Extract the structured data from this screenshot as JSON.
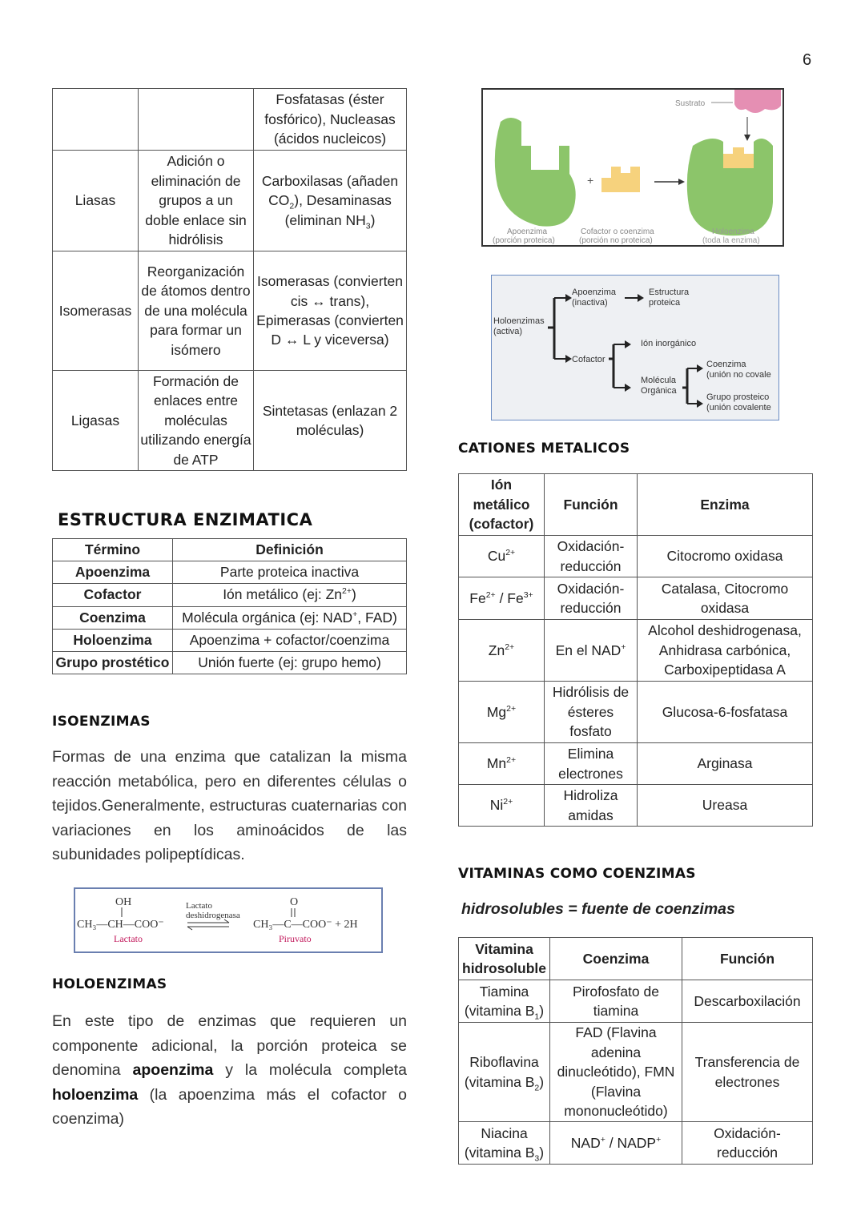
{
  "page_number": "6",
  "classes_table": {
    "rows": [
      {
        "name": "",
        "reaction": "",
        "examples": "Fosfatasas (éster fosfórico), Nucleasas (ácidos nucleicos)"
      },
      {
        "name": "Liasas",
        "reaction": "Adición o eliminación de grupos a un doble enlace sin hidrólisis",
        "examples_html": "Carboxilasas (añaden CO<sub>2</sub>), Desaminasas (eliminan NH<sub>3</sub>)"
      },
      {
        "name": "Isomerasas",
        "reaction": "Reorganización de átomos dentro de una molécula para formar un isómero",
        "examples": "Isomerasas (convierten cis ↔ trans), Epimerasas (convierten D ↔ L y viceversa)"
      },
      {
        "name": "Ligasas",
        "reaction": "Formación de enlaces entre moléculas utilizando energía de ATP",
        "examples": "Sintetasas (enlazan 2 moléculas)"
      }
    ]
  },
  "estructura": {
    "heading": "ESTRUCTURA ENZIMATICA",
    "col_term": "Término",
    "col_def": "Definición",
    "rows": [
      {
        "term": "Apoenzima",
        "def": "Parte proteica inactiva"
      },
      {
        "term": "Cofactor",
        "def_html": "Ión metálico (ej: Zn<sup>2+</sup>)"
      },
      {
        "term": "Coenzima",
        "def_html": "Molécula orgánica (ej: NAD<sup>+</sup>, FAD)"
      },
      {
        "term": "Holoenzima",
        "def": "Apoenzima + cofactor/coenzima"
      },
      {
        "term": "Grupo prostético",
        "def": "Unión fuerte (ej: grupo hemo)"
      }
    ]
  },
  "isoenzimas": {
    "heading": "ISOENZIMAS",
    "text": "Formas de una enzima que catalizan la misma reacción metabólica, pero en diferentes células o tejidos.Generalmente, estructuras cuaternarias con variaciones en los aminoácidos de las subunidades polipeptídicas."
  },
  "reaction": {
    "oh": "OH",
    "left": "CH₃—CH—COO⁻",
    "left_name": "Lactato",
    "enzyme": "Lactato",
    "enzyme2": "deshidrogenasa",
    "o": "O",
    "right": "CH₃—C—COO⁻ + 2H",
    "right_name": "Piruvato"
  },
  "holoenzimas": {
    "heading": "HOLOENZIMAS",
    "text_html": "En este tipo de enzimas que requieren un componente adicional, la porción proteica se denomina <b>apoenzima</b> y la molécula completa <b>holoenzima</b> (la apoenzima más el cofactor o coenzima)"
  },
  "fig_enzyme": {
    "sustrato": "Sustrato",
    "apo1": "Apoenzima",
    "apo2": "(porción proteica)",
    "cof1": "Cofactor o coenzima",
    "cof2": "(porción no proteica)",
    "holo1": "Holoenzima",
    "holo2": "(toda la enzima)"
  },
  "fig_tree": {
    "holo1": "Holoenzimas",
    "holo2": "(activa)",
    "apo1": "Apoenzima",
    "apo2": "(inactiva)",
    "est1": "Estructura",
    "est2": "proteica",
    "cofactor": "Cofactor",
    "ion": "Ión inorgánico",
    "mol1": "Molécula",
    "mol2": "Orgánica",
    "coenz1": "Coenzima",
    "coenz2": "(unión no covale",
    "gp1": "Grupo prosteico",
    "gp2": "(unión covalente"
  },
  "cationes": {
    "heading": "CATIONES METALICOS",
    "headers": [
      "Ión metálico (cofactor)",
      "Función",
      "Enzima"
    ],
    "rows": [
      {
        "ion_html": "Cu<sup>2+</sup>",
        "func": "Oxidación-reducción",
        "enz": "Citocromo oxidasa"
      },
      {
        "ion_html": "Fe<sup>2+</sup> / Fe<sup>3+</sup>",
        "func": "Oxidación-reducción",
        "enz": "Catalasa, Citocromo oxidasa"
      },
      {
        "ion_html": "Zn<sup>2+</sup>",
        "func_html": "En el NAD<sup>+</sup>",
        "enz": "Alcohol deshidrogenasa, Anhidrasa carbónica, Carboxipeptidasa A"
      },
      {
        "ion_html": "Mg<sup>2+</sup>",
        "func": "Hidrólisis de ésteres fosfato",
        "enz": "Glucosa-6-fosfatasa"
      },
      {
        "ion_html": "Mn<sup>2+</sup>",
        "func": "Elimina electrones",
        "enz": "Arginasa"
      },
      {
        "ion_html": "Ni<sup>2+</sup>",
        "func": "Hidroliza amidas",
        "enz": "Ureasa"
      }
    ]
  },
  "vitaminas": {
    "heading": "VITAMINAS COMO COENZIMAS",
    "subtitle": "hidrosolubles = fuente de coenzimas",
    "headers": [
      "Vitamina hidrosoluble",
      "Coenzima",
      "Función"
    ],
    "rows": [
      {
        "vit_html": "Tiamina (vitamina B<sub>1</sub>)",
        "coenz": "Pirofosfato de tiamina",
        "func": "Descarboxilación"
      },
      {
        "vit_html": "Riboflavina (vitamina B<sub>2</sub>)",
        "coenz": "FAD (Flavina adenina dinucleótido), FMN (Flavina mononucleótido)",
        "func": "Transferencia de electrones"
      },
      {
        "vit_html": "Niacina (vitamina B<sub>3</sub>)",
        "coenz_html": "NAD<sup>+</sup> / NADP<sup>+</sup>",
        "func": "Oxidación-reducción"
      }
    ]
  },
  "colors": {
    "apoenzyme_green": "#8cc56a",
    "cofactor_yellow": "#f6d27d",
    "substrate_pink": "#e58fb3",
    "lactato_pink": "#c2185b",
    "tree_bg": "#eef0f3"
  }
}
